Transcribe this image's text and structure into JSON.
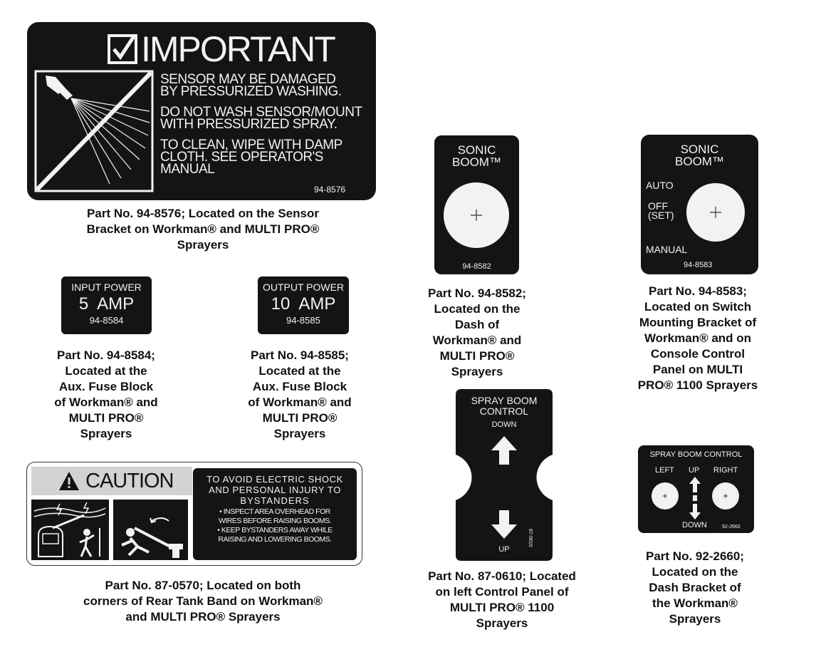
{
  "important_decal": {
    "heading": "IMPORTANT",
    "line1a": "SENSOR MAY BE DAMAGED",
    "line1b": "BY PRESSURIZED WASHING.",
    "line2a": "DO NOT WASH SENSOR/MOUNT",
    "line2b": "WITH PRESSURIZED SPRAY.",
    "line3a": "TO CLEAN, WIPE WITH DAMP",
    "line3b": "CLOTH. SEE OPERATOR'S",
    "line3c": "MANUAL",
    "part": "94-8576",
    "caption": [
      "Part No. 94-8576; Located on the Sensor",
      "Bracket on Workman® and MULTI PRO®",
      "Sprayers"
    ]
  },
  "input_power_decal": {
    "title": "INPUT POWER",
    "value": "5  AMP",
    "part": "94-8584",
    "caption": [
      "Part No. 94-8584;",
      "Located at the",
      "Aux. Fuse Block",
      "of Workman® and",
      "MULTI PRO®",
      "Sprayers"
    ]
  },
  "output_power_decal": {
    "title": "OUTPUT POWER",
    "value": "10  AMP",
    "part": "94-8585",
    "caption": [
      "Part No. 94-8585;",
      "Located at the",
      "Aux. Fuse Block",
      "of Workman® and",
      "MULTI PRO®",
      "Sprayers"
    ]
  },
  "sonic_boom_small": {
    "title1": "SONIC",
    "title2": "BOOM™",
    "part": "94-8582",
    "caption": [
      "Part No. 94-8582;",
      "Located on the",
      "Dash of",
      "Workman® and",
      "MULTI PRO®",
      "Sprayers"
    ]
  },
  "sonic_boom_switch": {
    "title1": "SONIC",
    "title2": "BOOM™",
    "auto": "AUTO",
    "off": "OFF",
    "set": "(SET)",
    "manual": "MANUAL",
    "part": "94-8583",
    "caption": [
      "Part No. 94-8583;",
      "Located on Switch",
      "Mounting Bracket of",
      "Workman® and on",
      "Console Control",
      "Panel on MULTI",
      "PRO®  1100 Sprayers"
    ]
  },
  "spray_boom_control_vertical": {
    "title1": "SPRAY BOOM",
    "title2": "CONTROL",
    "down": "DOWN",
    "up": "UP",
    "part": "87-0610",
    "caption": [
      "Part No. 87-0610;  Located",
      "on left Control Panel of",
      "MULTI PRO® 1100",
      "Sprayers"
    ]
  },
  "spray_boom_control_dash": {
    "title": "SPRAY BOOM CONTROL",
    "left": "LEFT",
    "up": "UP",
    "right": "RIGHT",
    "down": "DOWN",
    "part": "92-2660",
    "caption": [
      "Part No. 92-2660;",
      "Located on the",
      "Dash Bracket of",
      "the Workman®",
      "Sprayers"
    ]
  },
  "caution_decal": {
    "heading": "CAUTION",
    "line1": "TO AVOID ELECTRIC SHOCK",
    "line2": "AND PERSONAL INJURY TO",
    "line3": "BYSTANDERS",
    "bullet1a": "• INSPECT AREA  OVERHEAD FOR",
    "bullet1b": "WIRES BEFORE RAISING BOOMS.",
    "bullet2a": "• KEEP BYSTANDERS AWAY WHILE",
    "bullet2b": "RAISING AND LOWERING BOOMS.",
    "caption": [
      "Part No. 87-0570; Located on both",
      "corners of Rear Tank Band on Workman®",
      "and MULTI PRO® Sprayers"
    ]
  }
}
